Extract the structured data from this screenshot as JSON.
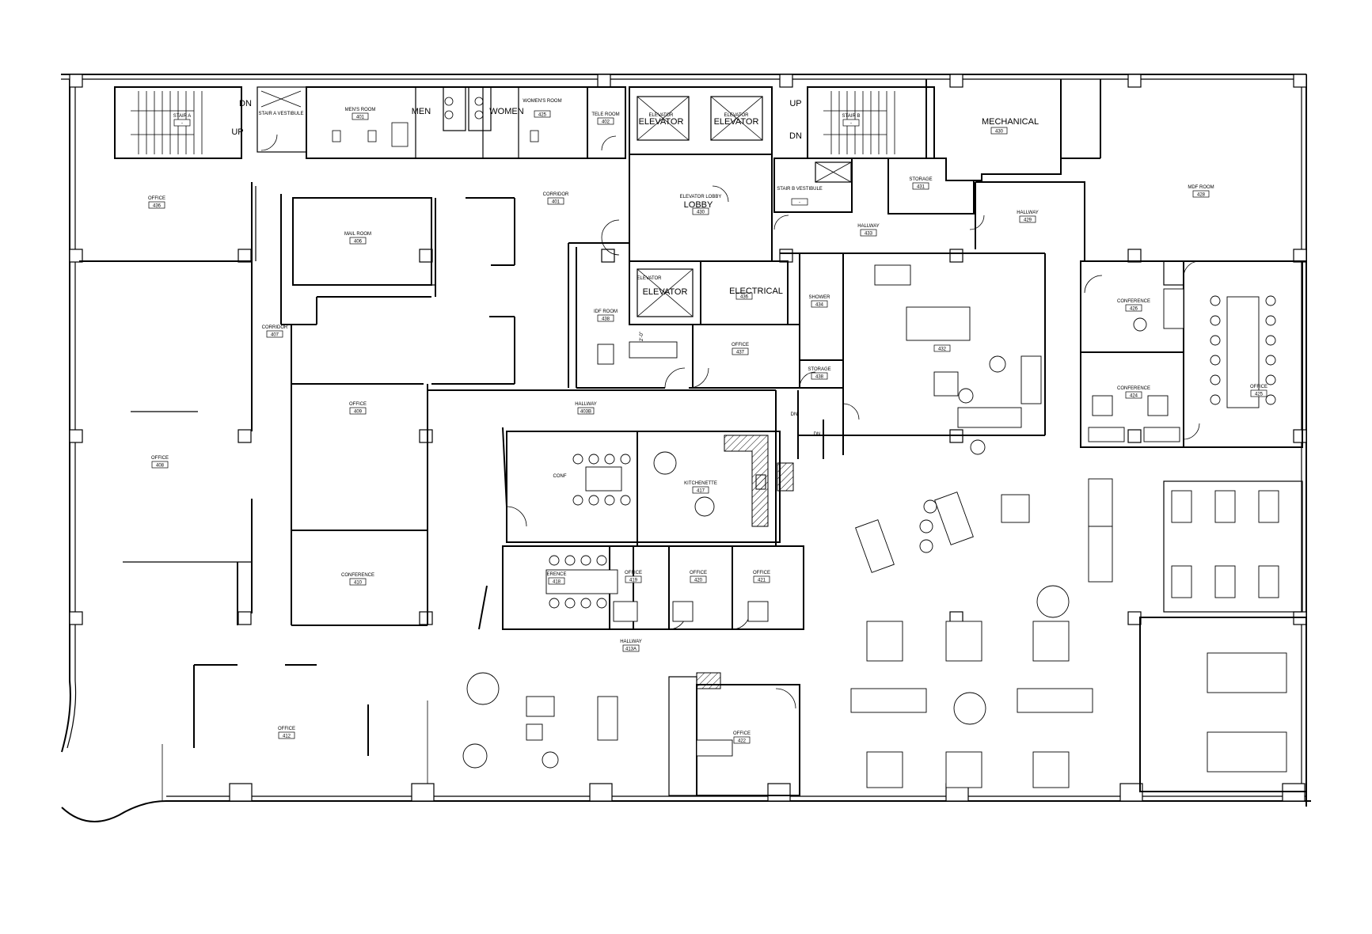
{
  "rooms": [
    {
      "name": "OFFICE",
      "num": "436"
    },
    {
      "name": "MAIL ROOM",
      "num": "406"
    },
    {
      "name": "CORRIDOR",
      "num": "407"
    },
    {
      "name": "OFFICE",
      "num": "408"
    },
    {
      "name": "OFFICE",
      "num": "409"
    },
    {
      "name": "CONFERENCE",
      "num": "410"
    },
    {
      "name": "OFFICE",
      "num": "412"
    },
    {
      "name": "CORRIDOR",
      "num": "401"
    },
    {
      "name": "TELE ROOM",
      "num": "402"
    },
    {
      "name": "MEN'S ROOM",
      "num": "401"
    },
    {
      "name": "WOMEN'S ROOM",
      "num": "425"
    },
    {
      "name": "STAIR A",
      "num": "-"
    },
    {
      "name": "STAIR A VESTIBULE",
      "num": ""
    },
    {
      "name": "ELEVATOR LOBBY",
      "num": "430"
    },
    {
      "name": "IDF ROOM",
      "num": "438"
    },
    {
      "name": "ELECTRICAL",
      "num": "436"
    },
    {
      "name": "OFFICE",
      "num": "437"
    },
    {
      "name": "HALLWAY",
      "num": "403B"
    },
    {
      "name": "STAIR B",
      "num": "-"
    },
    {
      "name": "STAIR B VESTIBULE",
      "num": "-"
    },
    {
      "name": "HALLWAY",
      "num": "433"
    },
    {
      "name": "STORAGE",
      "num": "431"
    },
    {
      "name": "MECHANICAL",
      "num": "430"
    },
    {
      "name": "HALLWAY",
      "num": "429"
    },
    {
      "name": "MDF ROOM",
      "num": "428"
    },
    {
      "name": "SHOWER",
      "num": "434"
    },
    {
      "name": "STORAGE",
      "num": "438"
    },
    {
      "name": "",
      "num": "432"
    },
    {
      "name": "CONFERENCE",
      "num": "426"
    },
    {
      "name": "CONFERENCE",
      "num": "424"
    },
    {
      "name": "OFFICE",
      "num": "425"
    },
    {
      "name": "KITCHENETTE",
      "num": "417"
    },
    {
      "name": "CONF",
      "num": ""
    },
    {
      "name": "ERENCE",
      "num": "418"
    },
    {
      "name": "OFFICE",
      "num": "419"
    },
    {
      "name": "OFFICE",
      "num": "420"
    },
    {
      "name": "OFFICE",
      "num": "421"
    },
    {
      "name": "HALLWAY",
      "num": "413A"
    },
    {
      "name": "OFFICE",
      "num": "422"
    }
  ],
  "big_labels": {
    "men": "MEN",
    "women": "WOMEN",
    "elevator1": "ELEVATOR",
    "elevator2": "ELEVATOR",
    "elevator3": "ELEVATOR",
    "lobby": "LOBBY",
    "electrical": "ELECTRICAL",
    "mechanical": "MECHANICAL"
  },
  "stairs": {
    "a_dn": "DN",
    "a_up": "UP",
    "b_up": "UP",
    "b_dn": "DN",
    "dn1": "DN",
    "dn2": "DN"
  },
  "elevator_small_labels": [
    "ELEVATOR",
    "ELEVATOR",
    "ELEVATOR"
  ],
  "misc": {
    "idf_dim": "2'-0\""
  }
}
